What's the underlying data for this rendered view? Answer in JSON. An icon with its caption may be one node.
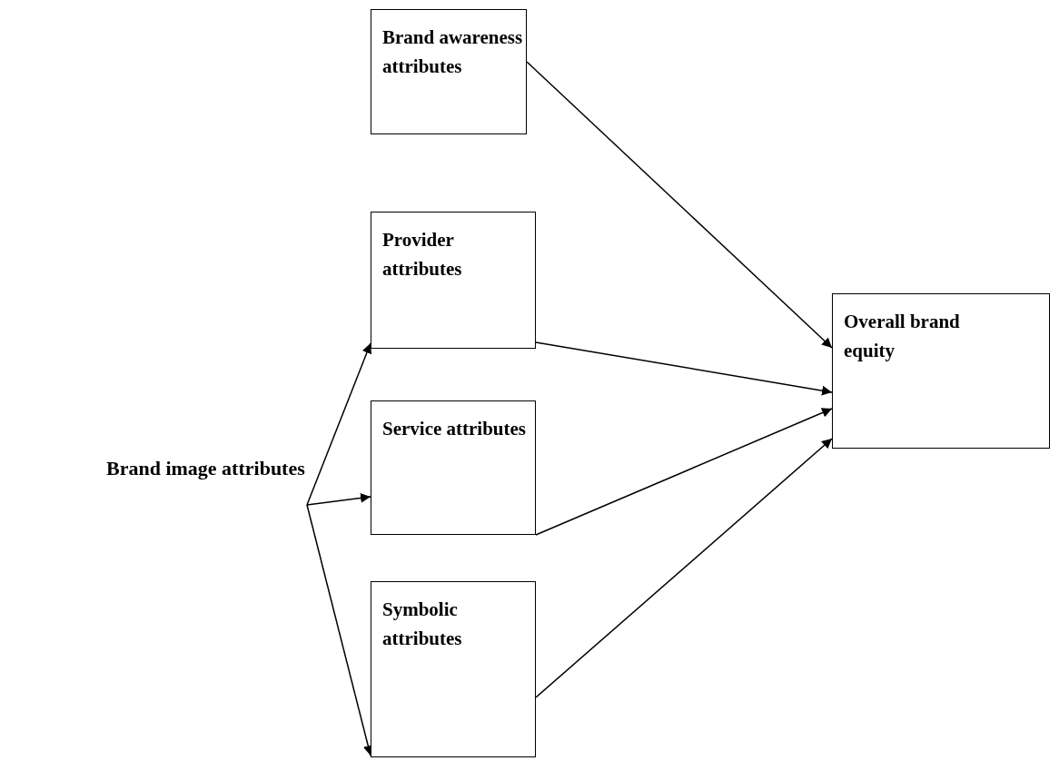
{
  "diagram": {
    "nodes": [
      {
        "text": [
          "Brand awareness attributes"
        ]
      },
      {
        "text": [
          "Provider attributes"
        ]
      },
      {
        "text": [
          "Service attributes"
        ]
      },
      {
        "text": [
          "Symbolic attributes"
        ]
      },
      {
        "text": [
          "Overall brand equity"
        ]
      },
      {
        "text": [
          "Brand image attributes"
        ]
      }
    ],
    "edges": [
      {
        "from": 0,
        "to": 4,
        "arrow": "to"
      },
      {
        "from": 1,
        "to": 4,
        "arrow": "to"
      },
      {
        "from": 2,
        "to": 4,
        "arrow": "to"
      },
      {
        "from": 3,
        "to": 4,
        "arrow": "to"
      },
      {
        "from": 5,
        "to": 1,
        "arrow": "to"
      },
      {
        "from": 5,
        "to": 2,
        "arrow": "to"
      },
      {
        "from": 5,
        "to": 3,
        "arrow": "to"
      }
    ]
  }
}
